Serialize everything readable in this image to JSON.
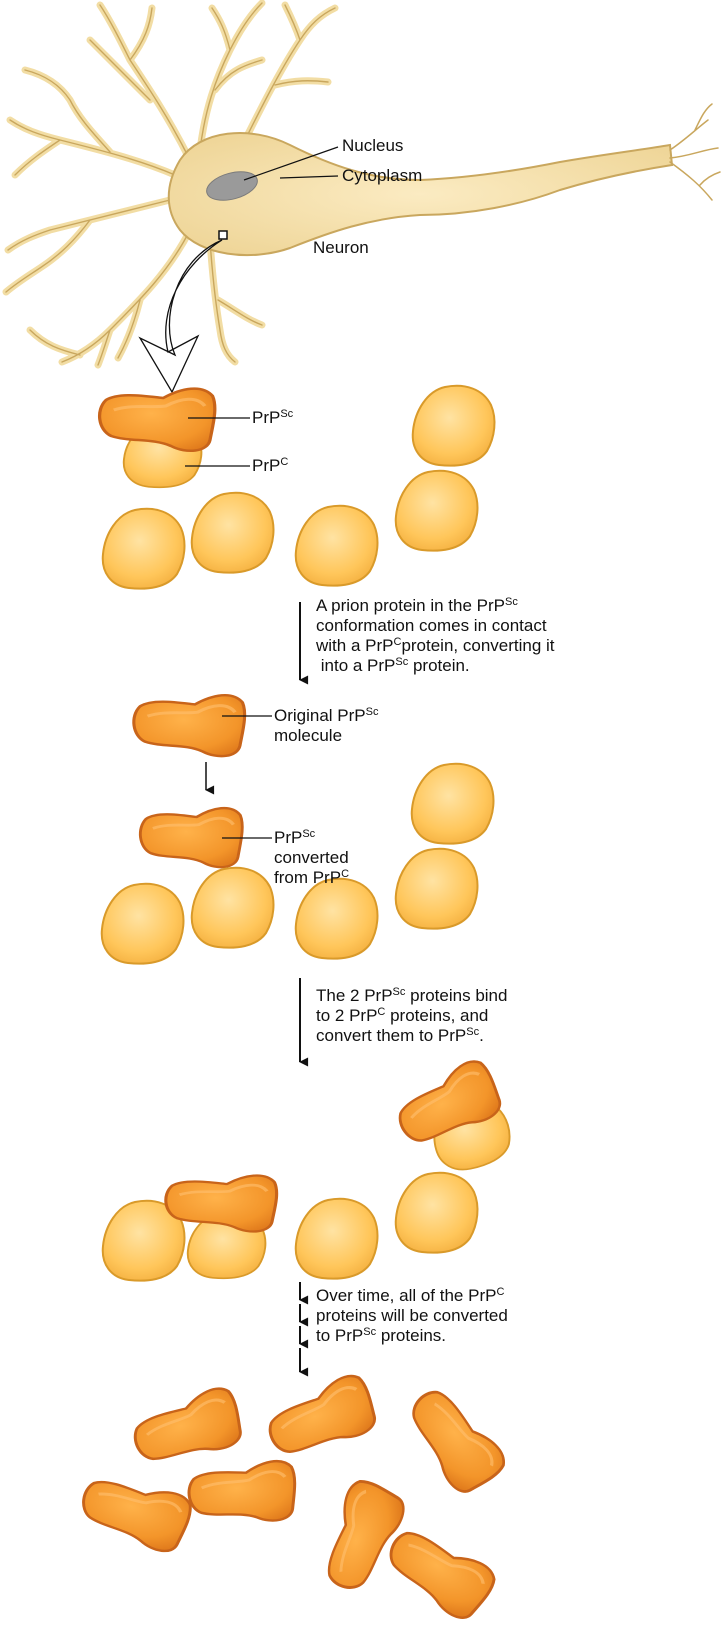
{
  "neuron_labels": {
    "nucleus": "Nucleus",
    "cytoplasm": "Cytoplasm",
    "neuron": "Neuron"
  },
  "protein_names": {
    "base": "PrP",
    "sc": "Sc",
    "c": "C"
  },
  "panel1_labels": {
    "prpsc": "PrPSc",
    "prpc": "PrPC"
  },
  "step1": {
    "line1_a": "A prion protein in the PrP",
    "line1_sup": "Sc",
    "line2": "conformation comes in contact",
    "line3_a": "with a PrP",
    "line3_sup": "C",
    "line3_b": "protein, converting it",
    "line4_a": "into a PrP",
    "line4_sup": "Sc",
    "line4_b": " protein."
  },
  "panel2_labels": {
    "original_a": "Original PrP",
    "original_sup": "Sc",
    "original_b": "molecule",
    "converted_a": "PrP",
    "converted_sup": "Sc",
    "converted_b": "converted",
    "converted_c": "from PrP",
    "converted_c_sup": "C"
  },
  "step2": {
    "line1_a": "The 2 PrP",
    "line1_sup": "Sc",
    "line1_b": " proteins bind",
    "line2_a": "to 2 PrP",
    "line2_sup": "C",
    "line2_b": " proteins, and",
    "line3_a": "convert them to PrP",
    "line3_sup": "Sc",
    "line3_b": "."
  },
  "step3": {
    "line1_a": "Over time, all of the PrP",
    "line1_sup": "C",
    "line2": "proteins will be converted",
    "line3_a": "to PrP",
    "line3_sup": "Sc",
    "line3_b": " proteins."
  },
  "colors": {
    "neuron_fill": "#F2DDA4",
    "neuron_stroke": "#C9A75E",
    "nucleus": "#9A9A9A",
    "prpc_fill": "#FFC85A",
    "prpc_stroke": "#D99A2A",
    "prpsc_fill": "#F39A2C",
    "prpsc_stroke": "#C8641A"
  }
}
